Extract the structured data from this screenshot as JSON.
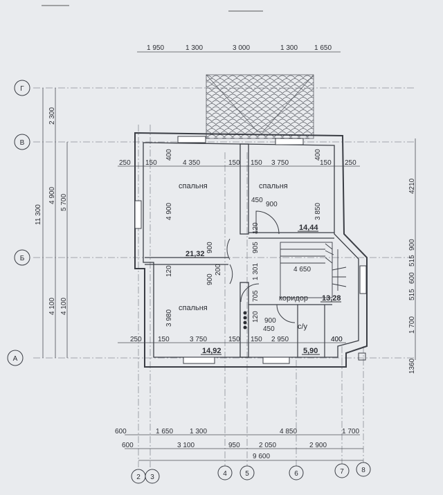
{
  "colors": {
    "paper": "#e9ebee",
    "ink": "#2b2d33",
    "wall": "#3a3d44",
    "grid": "#8a8e96"
  },
  "axes": {
    "rows": [
      "Г",
      "В",
      "Б",
      "А"
    ],
    "cols": [
      "2",
      "3",
      "4",
      "5",
      "6",
      "7",
      "8"
    ]
  },
  "rooms": [
    {
      "name": "спальня",
      "area": "21,32"
    },
    {
      "name": "спальня",
      "area": "14,44"
    },
    {
      "name": "спальня",
      "area": "14,92"
    },
    {
      "name": "коридор",
      "area": "13,28"
    },
    {
      "name": "с/у",
      "area": "5,90"
    }
  ],
  "dims": {
    "top": [
      "1 950",
      "1 300",
      "3 000",
      "1 300",
      "1 650"
    ],
    "bottom1": [
      "600",
      "1 650",
      "1 300",
      "4 850",
      "1 700"
    ],
    "bottom2": [
      "600",
      "3 100",
      "950",
      "2 050",
      "2 900"
    ],
    "bottom_total": "9 600",
    "left_outer": "11 300",
    "left_mid": [
      "2 300",
      "4 900",
      "5 700",
      "4 100",
      "4 100"
    ],
    "right": [
      "4210",
      "900",
      "515",
      "600",
      "515",
      "1 700",
      "1360"
    ],
    "row_upper": [
      "250",
      "150",
      "4 350",
      "150",
      "150",
      "3 750",
      "150",
      "250"
    ],
    "row_lower": [
      "250",
      "150",
      "3 750",
      "150",
      "150",
      "2 950",
      "400"
    ],
    "inner": [
      "400",
      "4 900",
      "400",
      "3 850",
      "450",
      "900",
      "120",
      "905",
      "900",
      "200",
      "900",
      "120",
      "3 980",
      "1 301",
      "705",
      "120",
      "450",
      "900",
      "4 650",
      "400"
    ]
  }
}
